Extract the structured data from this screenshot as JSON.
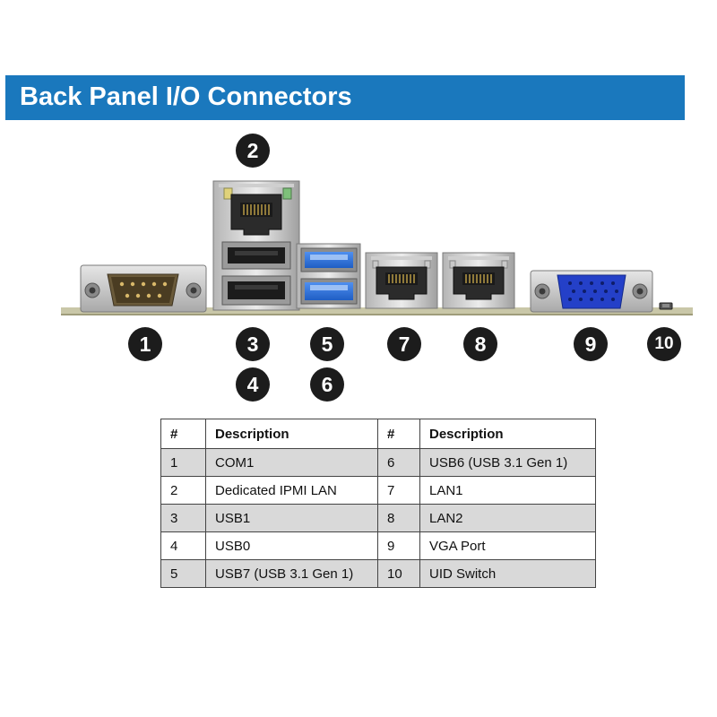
{
  "header": {
    "title": "Back Panel I/O Connectors",
    "color": "#1a78bd"
  },
  "callouts": [
    "1",
    "2",
    "3",
    "4",
    "5",
    "6",
    "7",
    "8",
    "9",
    "10"
  ],
  "table": {
    "headers": [
      "#",
      "Description",
      "#",
      "Description"
    ],
    "rows": [
      {
        "n1": "1",
        "d1": "COM1",
        "n2": "6",
        "d2": "USB6 (USB 3.1 Gen 1)"
      },
      {
        "n1": "2",
        "d1": "Dedicated IPMI LAN",
        "n2": "7",
        "d2": "LAN1"
      },
      {
        "n1": "3",
        "d1": "USB1",
        "n2": "8",
        "d2": "LAN2"
      },
      {
        "n1": "4",
        "d1": "USB0",
        "n2": "9",
        "d2": "VGA Port"
      },
      {
        "n1": "5",
        "d1": "USB7 (USB 3.1 Gen 1)",
        "n2": "10",
        "d2": "UID Switch"
      }
    ]
  },
  "connectors": [
    {
      "id": "com1",
      "type": "serial-db9"
    },
    {
      "id": "ipmi-lan",
      "type": "rj45"
    },
    {
      "id": "usb1",
      "type": "usb-a-black"
    },
    {
      "id": "usb0",
      "type": "usb-a-black"
    },
    {
      "id": "usb7",
      "type": "usb-a-blue"
    },
    {
      "id": "usb6",
      "type": "usb-a-blue"
    },
    {
      "id": "lan1",
      "type": "rj45"
    },
    {
      "id": "lan2",
      "type": "rj45"
    },
    {
      "id": "vga",
      "type": "vga-db15"
    },
    {
      "id": "uid-switch",
      "type": "button"
    }
  ],
  "colors": {
    "usb3_blue": "#2f6fd6",
    "vga_blue": "#2440c8",
    "pcb": "#c9c7a8"
  }
}
